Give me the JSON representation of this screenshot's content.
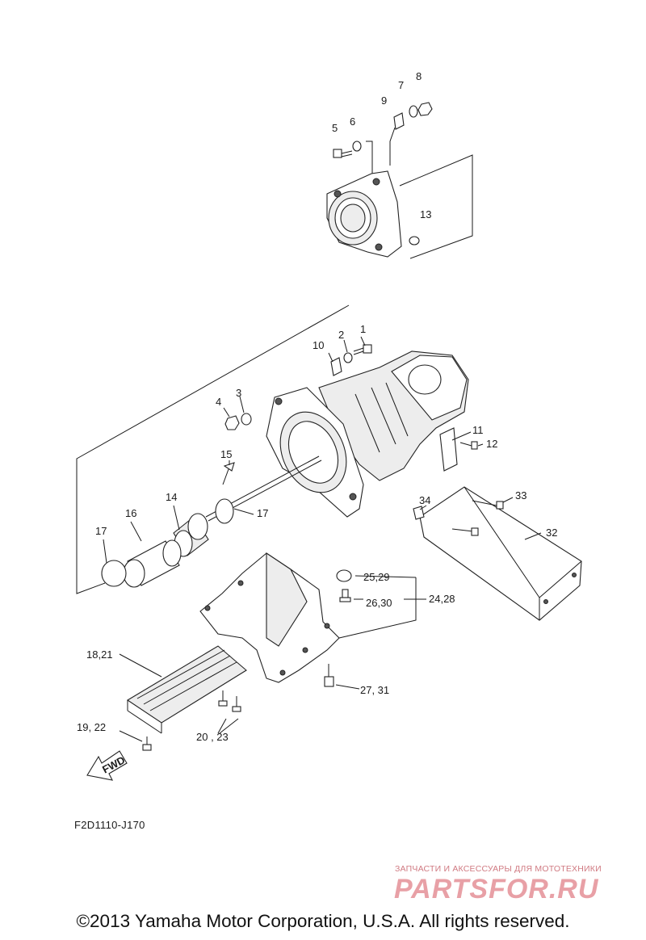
{
  "diagram": {
    "callouts": {
      "c1": "1",
      "c2": "2",
      "c3": "3",
      "c4": "4",
      "c5": "5",
      "c6": "6",
      "c7": "7",
      "c8": "8",
      "c9": "9",
      "c10": "10",
      "c11": "11",
      "c12": "12",
      "c13": "13",
      "c14": "14",
      "c15": "15",
      "c16": "16",
      "c17a": "17",
      "c17b": "17",
      "c18_21": "18,21",
      "c19_22": "19, 22",
      "c20_23": "20 , 23",
      "c24_28": "24,28",
      "c25_29": "25,29",
      "c26_30": "26,30",
      "c27_31": "27, 31",
      "c32": "32",
      "c33": "33",
      "c34": "34"
    },
    "fwd_label": "FWD",
    "drawing_code": "F2D1110-J170"
  },
  "watermark": {
    "subtitle": "ЗАПЧАСТИ И АКСЕССУАРЫ ДЛЯ МОТОТЕХНИКИ",
    "logo": "PARTSFOR.RU",
    "color": "#e8a0a6"
  },
  "footer": {
    "copyright": "©2013 Yamaha Motor Corporation, U.S.A. All rights reserved."
  }
}
